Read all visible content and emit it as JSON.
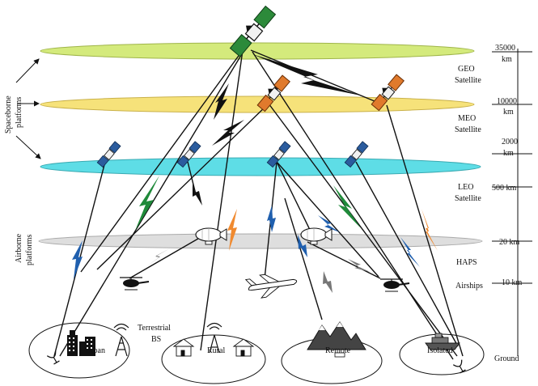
{
  "orbit_labels": {
    "geo_line1": "GEO",
    "geo_line2": "Satellite",
    "meo_line1": "MEO",
    "meo_line2": "Satellite",
    "leo_line1": "LEO",
    "leo_line2": "Satellite",
    "haps": "HAPS",
    "airships": "Airships"
  },
  "altitude_ticks": {
    "t35000_a": "35000",
    "t35000_b": "km",
    "t10000_a": "10000",
    "t10000_b": "km",
    "t2000_a": "2000",
    "t2000_b": "km",
    "t500": "500 km",
    "t20": "20 km",
    "t10": "10 km",
    "ground": "Ground"
  },
  "side_labels": {
    "spaceborne_1": "Spaceborne",
    "spaceborne_2": "platforms",
    "airborne_1": "Airborne",
    "airborne_2": "platforms"
  },
  "ground_labels": {
    "urban": "Urban",
    "terrestrial_1": "Terrestrial",
    "terrestrial_2": "BS",
    "rural": "Rural",
    "remote": "Remote",
    "isolated": "Isolated"
  },
  "colors": {
    "geo_ring": "#d4ea7c",
    "meo_ring": "#f6e27a",
    "leo_ring": "#5edde6",
    "haps_ring": "#dedede",
    "link_black": "#111111",
    "bolt_green": "#1f8a3a",
    "bolt_blue": "#1f5fae",
    "bolt_orange": "#f08a30",
    "bolt_gray": "#777777",
    "sat_green": "#2c8a3a",
    "sat_orange": "#e07a2c",
    "sat_blue": "#2b5c9e"
  }
}
